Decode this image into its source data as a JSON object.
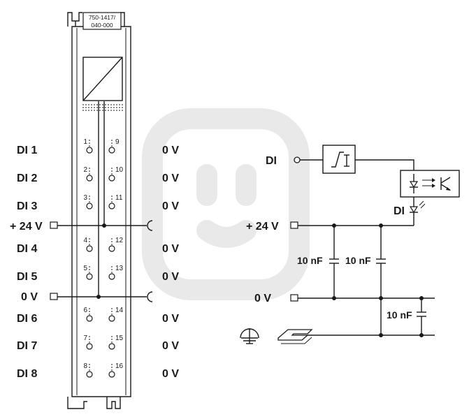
{
  "module": {
    "part_number_line1": "750-1417/",
    "part_number_line2": "040-000"
  },
  "left_rows": [
    {
      "label": "DI 1",
      "right": "0 V",
      "pin_a": "1",
      "pin_b": "9"
    },
    {
      "label": "DI 2",
      "right": "0 V",
      "pin_a": "2",
      "pin_b": "10"
    },
    {
      "label": "DI 3",
      "right": "0 V",
      "pin_a": "3",
      "pin_b": "11"
    },
    {
      "label": "+ 24 V"
    },
    {
      "label": "DI 4",
      "right": "0 V",
      "pin_a": "4",
      "pin_b": "12"
    },
    {
      "label": "DI 5",
      "right": "0 V",
      "pin_a": "5",
      "pin_b": "13"
    },
    {
      "label": "0 V"
    },
    {
      "label": "DI 6",
      "right": "0 V",
      "pin_a": "6",
      "pin_b": "14"
    },
    {
      "label": "DI 7",
      "right": "0 V",
      "pin_a": "7",
      "pin_b": "15"
    },
    {
      "label": "DI 8",
      "right": "0 V",
      "pin_a": "8",
      "pin_b": "16"
    }
  ],
  "circuit": {
    "di_label": "DI",
    "plus24_label": "+ 24 V",
    "zero_label": "0 V",
    "di_led_label": "DI",
    "cap1": "10 nF",
    "cap2": "10 nF",
    "cap3": "10 nF"
  }
}
